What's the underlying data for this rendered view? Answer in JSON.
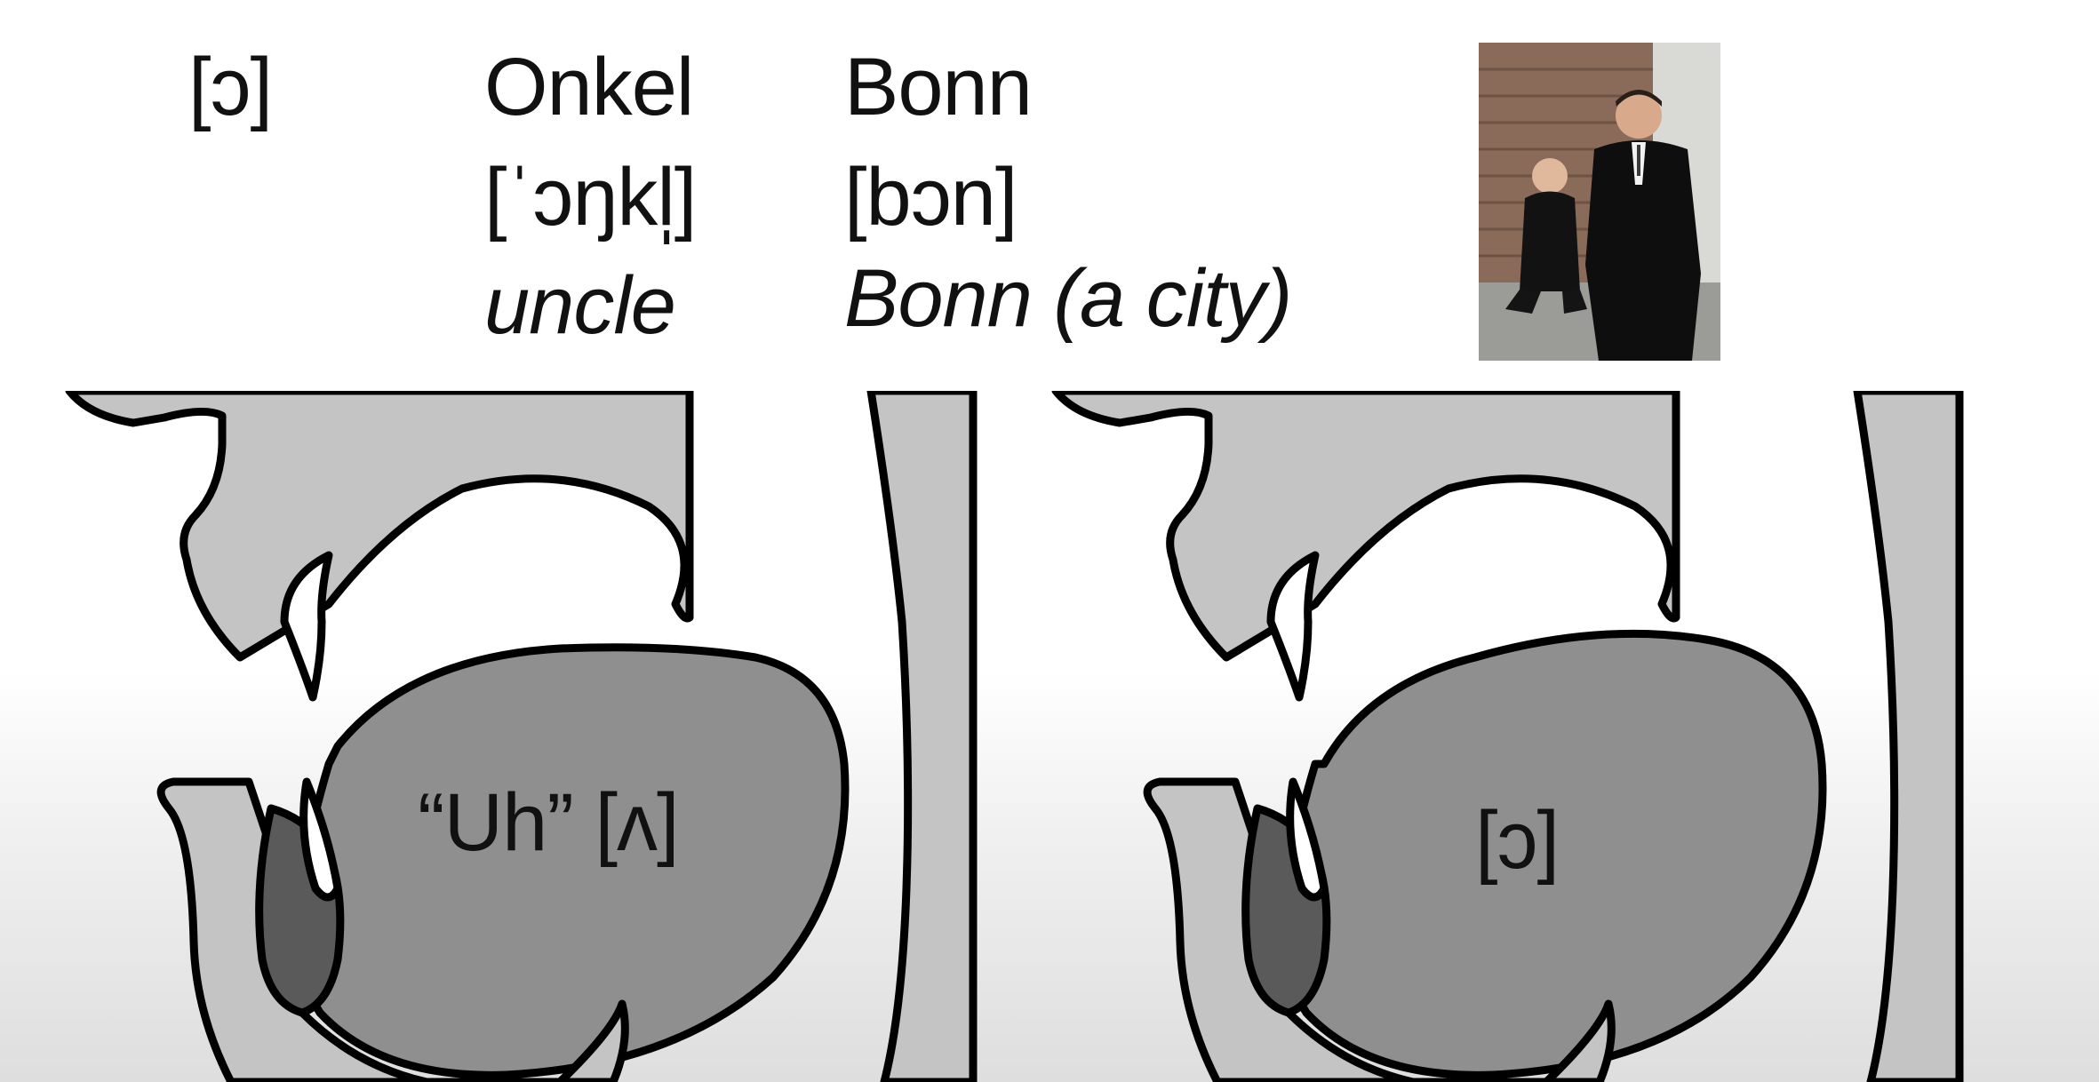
{
  "vowel_symbol": "[ɔ]",
  "words": [
    {
      "word": "Onkel",
      "ipa": "[ˈɔŋkl̩]",
      "gloss": "uncle"
    },
    {
      "word": "Bonn",
      "ipa": "[bɔn]",
      "gloss": "Bonn (a city)"
    }
  ],
  "photo": {
    "subject": "photo-man-and-boy"
  },
  "diagrams": [
    {
      "label": "“Uh” [ʌ]"
    },
    {
      "label": "[ɔ]"
    }
  ],
  "colors": {
    "structure_fill": "#c4c4c4",
    "tongue_fill": "#8f8f8f",
    "lip_dark_fill": "#5a5a5a",
    "outline": "#000000"
  }
}
